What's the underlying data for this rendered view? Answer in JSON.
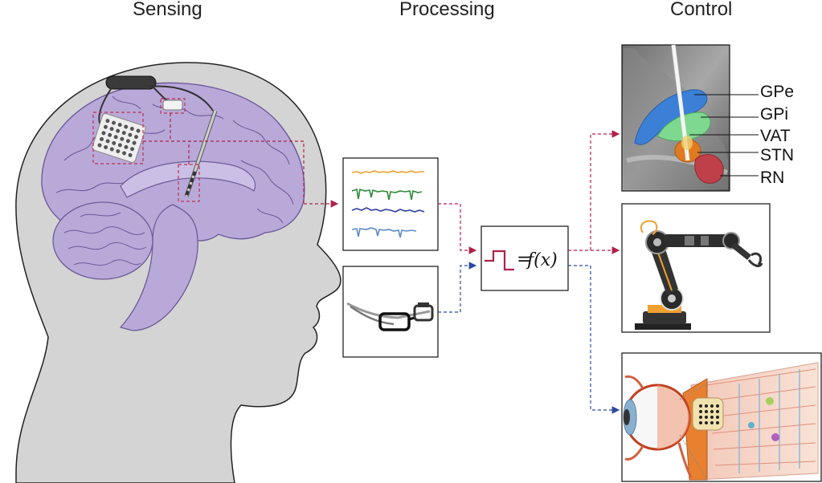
{
  "headings": {
    "sensing": "Sensing",
    "processing": "Processing",
    "control": "Control"
  },
  "processing_box": {
    "equals": "=",
    "function": "f(x)"
  },
  "nucleus_labels": [
    "GPe",
    "GPi",
    "VAT",
    "STN",
    "RN"
  ],
  "colors": {
    "red_path": "#b0204a",
    "blue_path": "#2b4aa0",
    "brain": "#b9a9d9",
    "head": "#d2d2d2",
    "gpe": "#3c7fd6",
    "gpi": "#7fd890",
    "stn": "#e07a20",
    "rn": "#c0404a",
    "signal_orange": "#f0a030",
    "signal_green": "#2f8a3a",
    "signal_blue": "#3040a0",
    "signal_lightblue": "#5a8ac8"
  },
  "icons": [
    "head-brain",
    "ecog-grid",
    "depth-electrode",
    "eeg-glasses",
    "step-function",
    "robot-arm",
    "eye-retina-implant",
    "dbs-lead"
  ]
}
